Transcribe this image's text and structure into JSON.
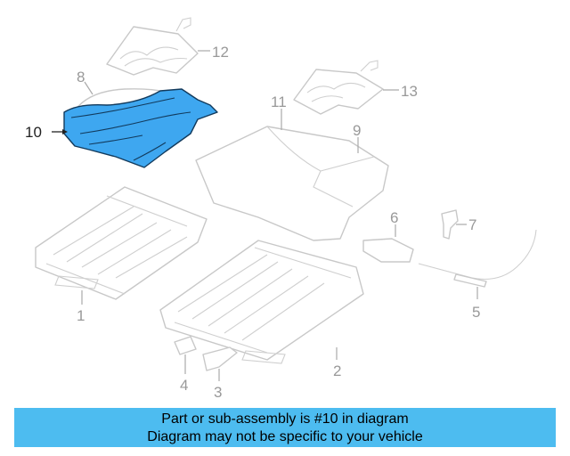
{
  "callouts": {
    "c1": "1",
    "c2": "2",
    "c3": "3",
    "c4": "4",
    "c5": "5",
    "c6": "6",
    "c7": "7",
    "c8": "8",
    "c9": "9",
    "c10": "10",
    "c11": "11",
    "c12": "12",
    "c13": "13"
  },
  "highlight": {
    "part_number": "10",
    "color": "#3ea7f0"
  },
  "banner": {
    "line1": "Part or sub-assembly is #10 in diagram",
    "line2": "Diagram may not be specific to your vehicle",
    "color": "#4dbcf0"
  }
}
